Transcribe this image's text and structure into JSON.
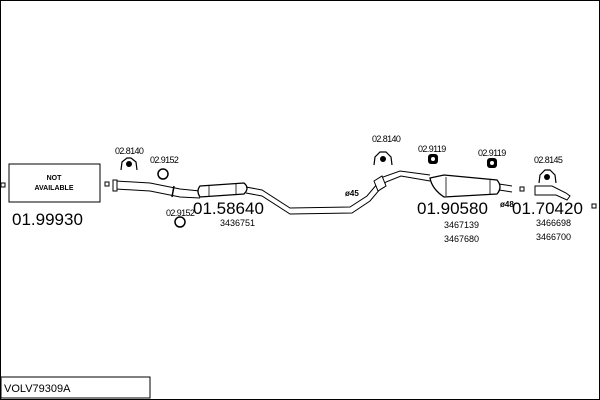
{
  "placeholder_box": {
    "line1": "NOT",
    "line2": "AVAILABLE"
  },
  "part_numbers": {
    "p1": "01.99930",
    "p2": "01.58640",
    "p3": "01.90580",
    "p4": "01.70420"
  },
  "mounting_codes": {
    "m1": "02.8140",
    "m2": "02.9152",
    "m3": "02.9152",
    "m4": "02.8140",
    "m5": "02.9119",
    "m6": "02.9119",
    "m7": "02.8145"
  },
  "oe_numbers": {
    "o1": "3436751",
    "o2": "3467139",
    "o3": "3467680",
    "o4": "3466698",
    "o5": "3466700"
  },
  "callouts": {
    "c1": "ø45",
    "c2": "ø48"
  },
  "model_code": "VOLV79309A"
}
